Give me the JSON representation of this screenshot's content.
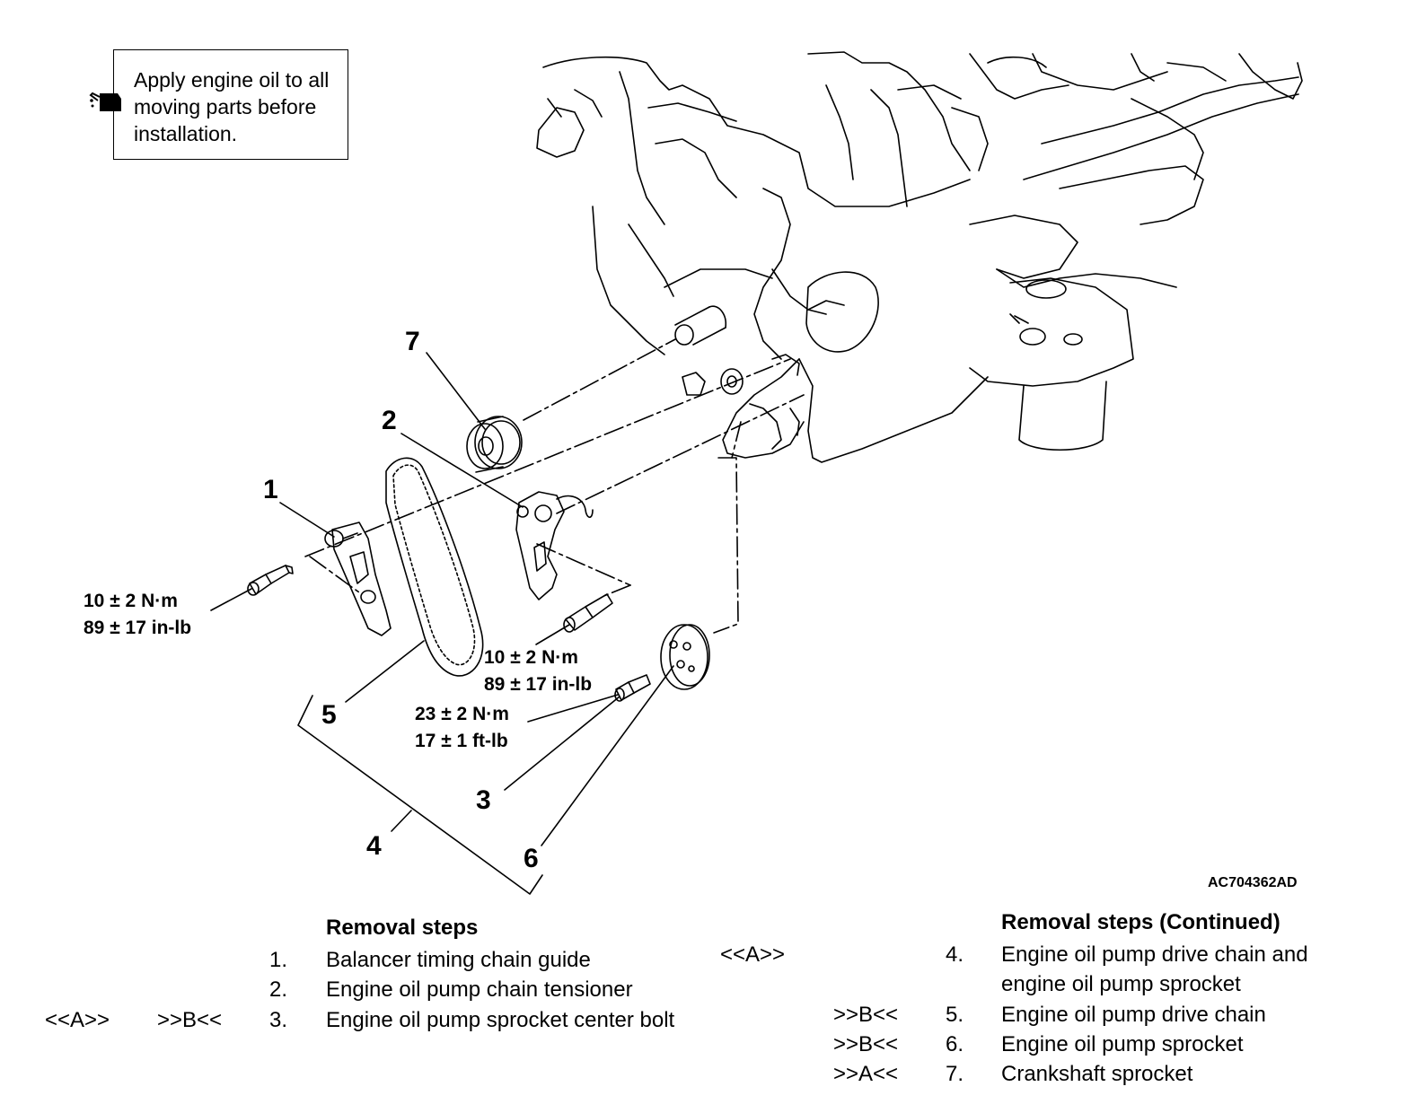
{
  "note": {
    "text_lines": [
      "Apply engine oil to all",
      "moving parts before",
      "installation."
    ],
    "icon": "oil-can-icon"
  },
  "callouts": [
    "1",
    "2",
    "3",
    "4",
    "5",
    "6",
    "7"
  ],
  "torque_specs": [
    {
      "line1": "10 ± 2 N·m",
      "line2": "89 ± 17 in-lb"
    },
    {
      "line1": "10 ± 2 N·m",
      "line2": "89 ± 17 in-lb"
    },
    {
      "line1": "23 ± 2 N·m",
      "line2": "17 ± 1 ft-lb"
    }
  ],
  "figure_id": "AC704362AD",
  "removal_steps": {
    "title": "Removal steps",
    "items": [
      {
        "num": "1.",
        "text": "Balancer timing chain guide",
        "marks": []
      },
      {
        "num": "2.",
        "text": "Engine oil pump chain tensioner",
        "marks": []
      },
      {
        "num": "3.",
        "text": "Engine oil pump sprocket center bolt",
        "marks": [
          "<<A>>",
          ">>B<<"
        ]
      }
    ]
  },
  "removal_steps_continued": {
    "title": "Removal steps (Continued)",
    "items": [
      {
        "num": "4.",
        "text": "Engine oil pump drive chain and engine oil pump sprocket",
        "marks": [
          "<<A>>"
        ]
      },
      {
        "num": "5.",
        "text": "Engine oil pump drive chain",
        "marks": [
          ">>B<<"
        ]
      },
      {
        "num": "6.",
        "text": "Engine oil pump sprocket",
        "marks": [
          ">>B<<"
        ]
      },
      {
        "num": "7.",
        "text": "Crankshaft sprocket",
        "marks": [
          ">>A<<"
        ]
      }
    ]
  },
  "colors": {
    "line": "#000000",
    "background": "#ffffff"
  }
}
